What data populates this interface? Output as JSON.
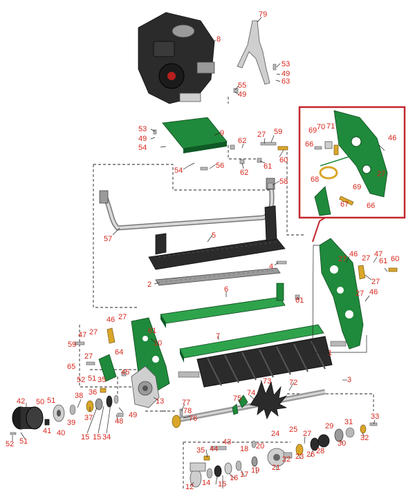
{
  "diagram": {
    "accent_color": "#d8261c",
    "callout_box_color": "#c2272d",
    "frame_color": "#1f8a3b",
    "part_labels": [
      {
        "id": "79",
        "text": "79"
      },
      {
        "id": "8",
        "text": "8"
      },
      {
        "id": "53a",
        "text": "53"
      },
      {
        "id": "49a",
        "text": "49"
      },
      {
        "id": "63",
        "text": "63"
      },
      {
        "id": "55",
        "text": "55"
      },
      {
        "id": "49b",
        "text": "49"
      },
      {
        "id": "53b",
        "text": "53"
      },
      {
        "id": "9",
        "text": "9"
      },
      {
        "id": "49c",
        "text": "49"
      },
      {
        "id": "54a",
        "text": "54"
      },
      {
        "id": "27a",
        "text": "27"
      },
      {
        "id": "59a",
        "text": "59"
      },
      {
        "id": "62a",
        "text": "62"
      },
      {
        "id": "60a",
        "text": "60"
      },
      {
        "id": "61a",
        "text": "61"
      },
      {
        "id": "62b",
        "text": "62"
      },
      {
        "id": "54b",
        "text": "54"
      },
      {
        "id": "56",
        "text": "56"
      },
      {
        "id": "58",
        "text": "58"
      },
      {
        "id": "57",
        "text": "57"
      },
      {
        "id": "5",
        "text": "5"
      },
      {
        "id": "4",
        "text": "4"
      },
      {
        "id": "2",
        "text": "2"
      },
      {
        "id": "6",
        "text": "6"
      },
      {
        "id": "61b",
        "text": "61"
      },
      {
        "id": "46a",
        "text": "46"
      },
      {
        "id": "27b",
        "text": "27"
      },
      {
        "id": "47a",
        "text": "47"
      },
      {
        "id": "27c",
        "text": "27"
      },
      {
        "id": "61c",
        "text": "61"
      },
      {
        "id": "60b",
        "text": "60"
      },
      {
        "id": "27d",
        "text": "27"
      },
      {
        "id": "27e",
        "text": "27"
      },
      {
        "id": "46b",
        "text": "46"
      },
      {
        "id": "46c",
        "text": "46"
      },
      {
        "id": "27f",
        "text": "27"
      },
      {
        "id": "47b",
        "text": "47"
      },
      {
        "id": "61d",
        "text": "61"
      },
      {
        "id": "59b",
        "text": "59"
      },
      {
        "id": "27g",
        "text": "27"
      },
      {
        "id": "10",
        "text": "10"
      },
      {
        "id": "7",
        "text": "7"
      },
      {
        "id": "1",
        "text": "1"
      },
      {
        "id": "65",
        "text": "65"
      },
      {
        "id": "27h",
        "text": "27"
      },
      {
        "id": "64",
        "text": "64"
      },
      {
        "id": "52a",
        "text": "52"
      },
      {
        "id": "51a",
        "text": "51"
      },
      {
        "id": "45",
        "text": "45"
      },
      {
        "id": "35a",
        "text": "35"
      },
      {
        "id": "3",
        "text": "3"
      },
      {
        "id": "73",
        "text": "73"
      },
      {
        "id": "72",
        "text": "72"
      },
      {
        "id": "36",
        "text": "36"
      },
      {
        "id": "38",
        "text": "38"
      },
      {
        "id": "75",
        "text": "75"
      },
      {
        "id": "74",
        "text": "74"
      },
      {
        "id": "13",
        "text": "13"
      },
      {
        "id": "42",
        "text": "42"
      },
      {
        "id": "50",
        "text": "50"
      },
      {
        "id": "51b",
        "text": "51"
      },
      {
        "id": "39",
        "text": "39"
      },
      {
        "id": "37",
        "text": "37"
      },
      {
        "id": "77",
        "text": "77"
      },
      {
        "id": "78",
        "text": "78"
      },
      {
        "id": "76",
        "text": "76"
      },
      {
        "id": "48",
        "text": "48"
      },
      {
        "id": "49d",
        "text": "49"
      },
      {
        "id": "41",
        "text": "41"
      },
      {
        "id": "40",
        "text": "40"
      },
      {
        "id": "15a",
        "text": "15"
      },
      {
        "id": "15b",
        "text": "15"
      },
      {
        "id": "34",
        "text": "34"
      },
      {
        "id": "52b",
        "text": "52"
      },
      {
        "id": "51c",
        "text": "51"
      },
      {
        "id": "33",
        "text": "33"
      },
      {
        "id": "29",
        "text": "29"
      },
      {
        "id": "31",
        "text": "31"
      },
      {
        "id": "24",
        "text": "24"
      },
      {
        "id": "25",
        "text": "25"
      },
      {
        "id": "27i",
        "text": "27"
      },
      {
        "id": "43",
        "text": "43"
      },
      {
        "id": "28",
        "text": "28"
      },
      {
        "id": "30",
        "text": "30"
      },
      {
        "id": "32",
        "text": "32"
      },
      {
        "id": "35b",
        "text": "35"
      },
      {
        "id": "44",
        "text": "44"
      },
      {
        "id": "18",
        "text": "18"
      },
      {
        "id": "20",
        "text": "20"
      },
      {
        "id": "22",
        "text": "22"
      },
      {
        "id": "23",
        "text": "23"
      },
      {
        "id": "26",
        "text": "26"
      },
      {
        "id": "16",
        "text": "16"
      },
      {
        "id": "17",
        "text": "17"
      },
      {
        "id": "19",
        "text": "19"
      },
      {
        "id": "21",
        "text": "21"
      },
      {
        "id": "14",
        "text": "14"
      },
      {
        "id": "15c",
        "text": "15"
      },
      {
        "id": "12",
        "text": "12"
      },
      {
        "id": "69a",
        "text": "69"
      },
      {
        "id": "70",
        "text": "70"
      },
      {
        "id": "71",
        "text": "71"
      },
      {
        "id": "66a",
        "text": "66"
      },
      {
        "id": "46d",
        "text": "46"
      },
      {
        "id": "27j",
        "text": "27"
      },
      {
        "id": "68",
        "text": "68"
      },
      {
        "id": "69b",
        "text": "69"
      },
      {
        "id": "67",
        "text": "67"
      },
      {
        "id": "66b",
        "text": "66"
      }
    ]
  }
}
